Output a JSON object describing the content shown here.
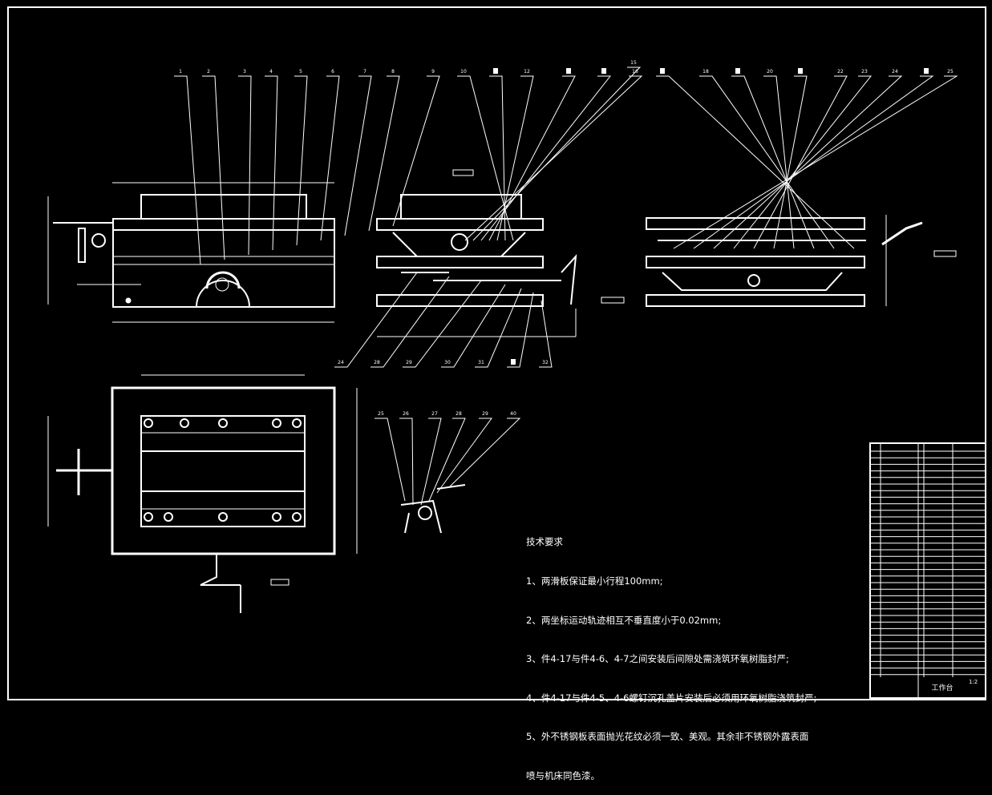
{
  "drawing": {
    "title": "工作台",
    "scale": "1:2",
    "balloons_top": [
      "1",
      "2",
      "3",
      "4",
      "5",
      "6",
      "7",
      "8",
      "9",
      "10",
      "",
      "12",
      "",
      "",
      "15",
      "16",
      "",
      "18",
      "",
      "20",
      "",
      "22",
      "23",
      "24",
      "",
      "25"
    ],
    "balloons_bottom": [
      "24",
      "28",
      "29",
      "30",
      "31",
      "",
      "32"
    ],
    "balloons_detail": [
      "25",
      "26",
      "27",
      "28",
      "29",
      "40"
    ],
    "technical_requirements": {
      "heading": "技术要求",
      "items": [
        "1、两滑板保证最小行程100mm;",
        "2、两坐标运动轨迹相互不垂直度小于0.02mm;",
        "3、件4-17与件4-6、4-7之间安装后间隙处需浇筑环氧树脂封严;",
        "4、件4-17与件4-5、4-6螺钉沉孔盖片安装后必须用环氧树脂浇筑封严;",
        "5、外不锈钢板表面抛光花纹必须一致、美观。其余非不锈钢外露表面",
        "喷与机床同色漆。"
      ]
    },
    "colors": {
      "background": "#000000",
      "lines": "#ffffff"
    }
  }
}
